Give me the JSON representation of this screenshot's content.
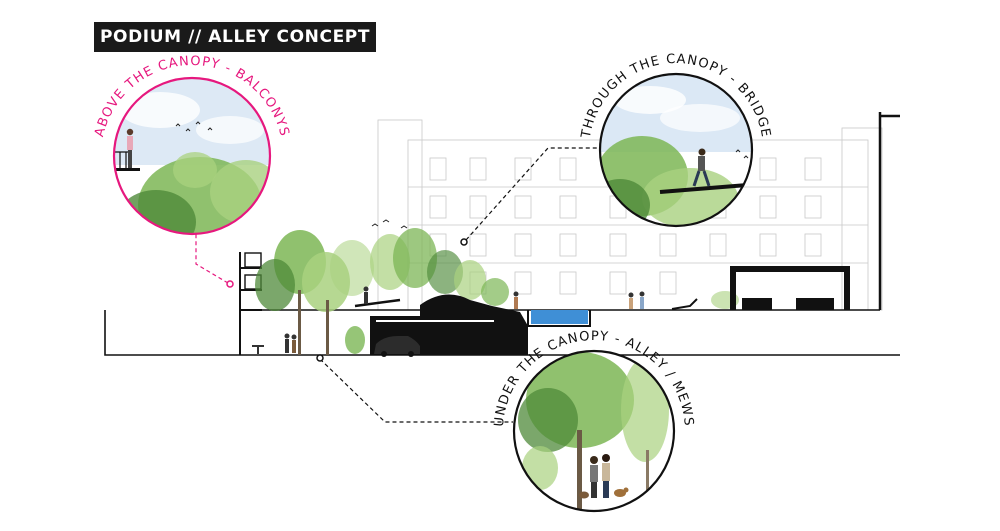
{
  "title": "PODIUM // ALLEY CONCEPT",
  "callouts": {
    "above": {
      "label": "ABOVE THE CANOPY - BALCONYS",
      "color": "#e6187e"
    },
    "through": {
      "label": "THROUGH THE CANOPY - BRIDGE",
      "color": "#111111"
    },
    "under": {
      "label": "UNDER THE CANOPY - ALLEY / MEWS",
      "color": "#111111"
    }
  },
  "colors": {
    "structure": "#111111",
    "foliage_light": "#a9d17f",
    "foliage_mid": "#7cb655",
    "foliage_dark": "#4f8a3a",
    "sky": "#cfe0f1",
    "pool": "#3f8fd6",
    "building_lines": "#c8c8c8"
  },
  "icons": [
    "tree-icon",
    "person-icon",
    "car-icon",
    "bird-icon",
    "dog-icon",
    "lounge-chair-icon"
  ]
}
